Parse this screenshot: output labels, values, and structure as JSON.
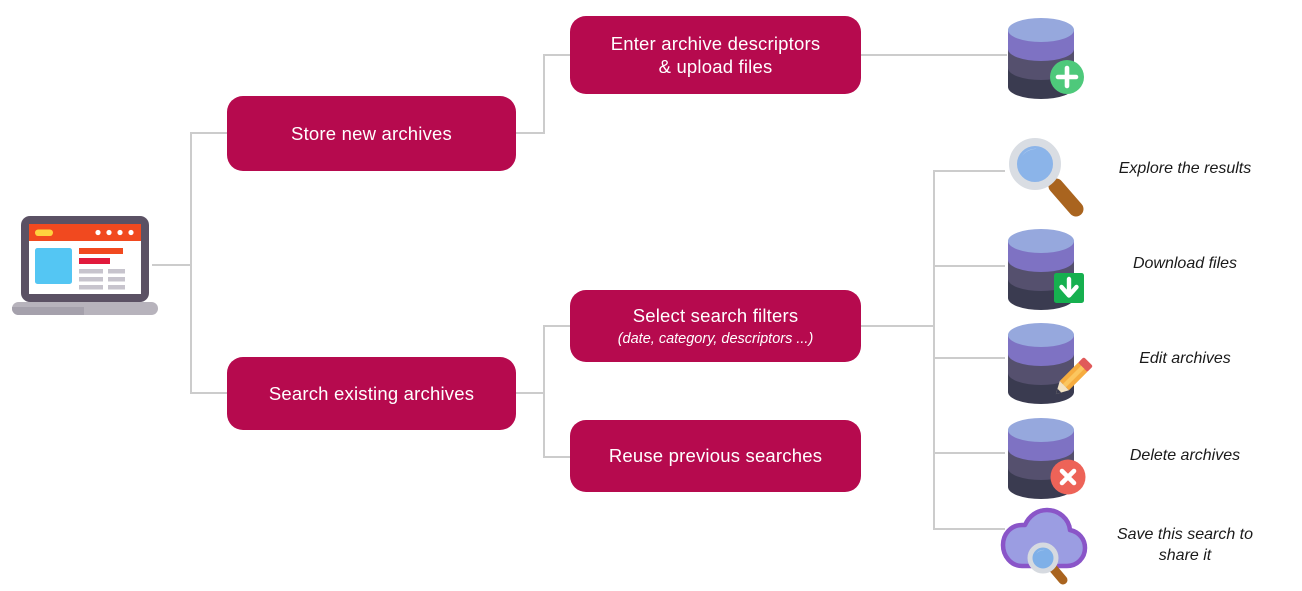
{
  "palette": {
    "accent": "#b60a4e",
    "connector": "#cccccc",
    "label_text": "#1a1a1a",
    "success_green": "#3fc06c",
    "badge_green": "#16b04f",
    "danger_red": "#ed6358",
    "db_top": "#96a8dd",
    "db_upper": "#7e72c3",
    "db_lower": "#55506e",
    "db_base": "#3a3b50",
    "cloud_fill": "#9b9de2",
    "cloud_stroke": "#8a55c8",
    "handle_brown": "#a9641f",
    "lens_blue": "#8bb4e9"
  },
  "root": {
    "icon": "laptop-icon"
  },
  "level1": [
    {
      "id": "store",
      "label": "Store new archives"
    },
    {
      "id": "search",
      "label": "Search existing archives"
    }
  ],
  "level2": [
    {
      "id": "enter",
      "line1": "Enter archive descriptors",
      "line2": "& upload files",
      "icon": "database-add-icon"
    },
    {
      "id": "select",
      "label": "Select search filters",
      "sublabel": "(date, category, descriptors ...)"
    },
    {
      "id": "reuse",
      "label": "Reuse previous searches"
    }
  ],
  "outcomes": [
    {
      "icon": "magnifier-icon",
      "label": "Explore the results"
    },
    {
      "icon": "database-download-icon",
      "label": "Download files"
    },
    {
      "icon": "database-edit-icon",
      "label": "Edit archives"
    },
    {
      "icon": "database-delete-icon",
      "label": "Delete archives"
    },
    {
      "icon": "cloud-search-icon",
      "label": "Save this search to share it"
    }
  ]
}
